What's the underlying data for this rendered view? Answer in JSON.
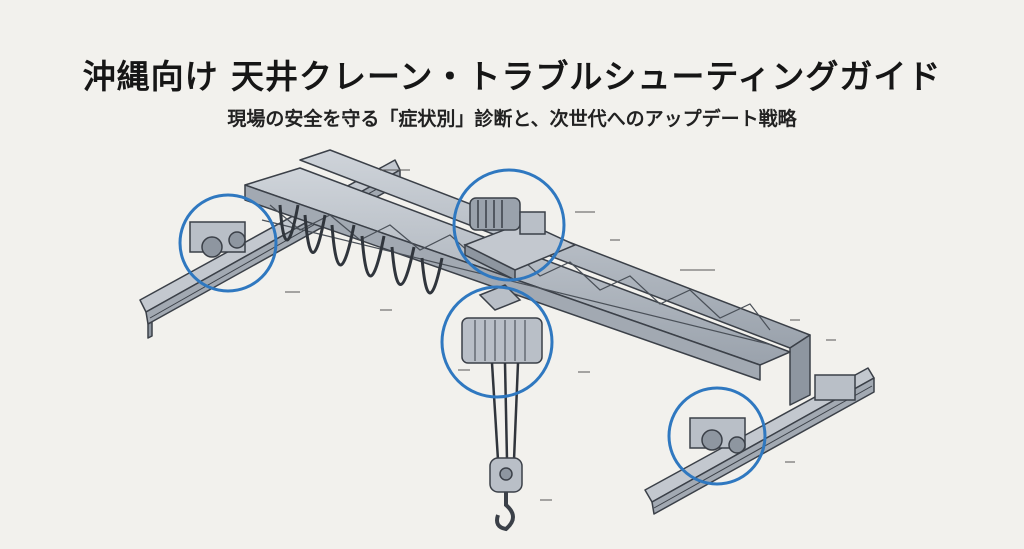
{
  "title": "沖縄向け 天井クレーン・トラブルシューティングガイド",
  "subtitle": "現場の安全を守る「症状別」診断と、次世代へのアップデート戦略",
  "colors": {
    "background": "#f2f1ed",
    "steel": "#b9bfc7",
    "steel_dark": "#8e96a0",
    "outline": "#3b4048",
    "highlight_circle": "#2f78c0"
  },
  "callouts": [
    {
      "target": "left-end-truck-wheel"
    },
    {
      "target": "trolley-motor"
    },
    {
      "target": "hoist-drum"
    },
    {
      "target": "right-end-truck-wheel"
    }
  ]
}
